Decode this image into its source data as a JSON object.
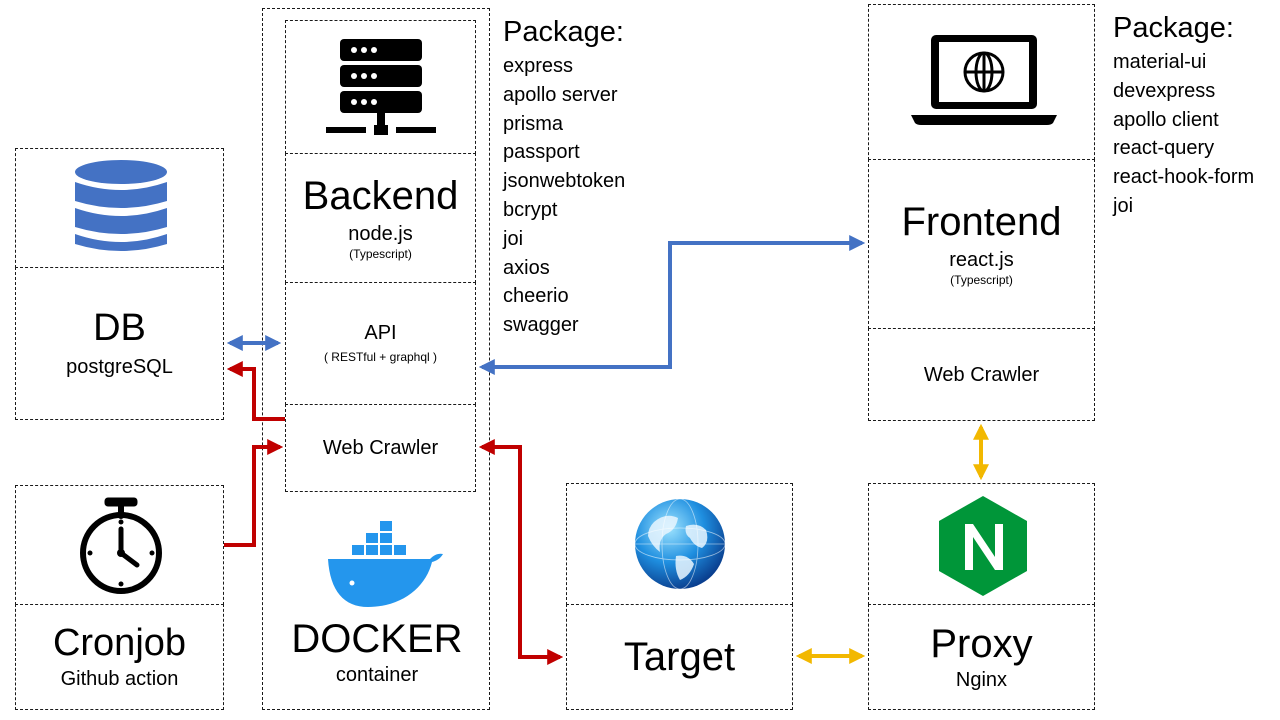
{
  "db": {
    "title": "DB",
    "subtitle": "postgreSQL",
    "icon": "database-icon"
  },
  "cronjob": {
    "title": "Cronjob",
    "subtitle": "Github action",
    "icon": "stopwatch-icon"
  },
  "backend": {
    "title": "Backend",
    "subtitle": "node.js",
    "note": "(Typescript)",
    "icon": "server-icon",
    "api": {
      "title": "API",
      "subtitle": "( RESTful + graphql )"
    },
    "crawler": "Web Crawler"
  },
  "docker": {
    "title": "DOCKER",
    "subtitle": "container",
    "icon": "docker-whale-icon"
  },
  "backend_packages": {
    "heading": "Package:",
    "items": [
      "express",
      "apollo server",
      "prisma",
      "passport",
      "jsonwebtoken",
      "bcrypt",
      "joi",
      "axios",
      "cheerio",
      "swagger"
    ]
  },
  "frontend": {
    "title": "Frontend",
    "subtitle": "react.js",
    "note": "(Typescript)",
    "icon": "laptop-globe-icon",
    "crawler": "Web Crawler"
  },
  "frontend_packages": {
    "heading": "Package:",
    "items": [
      "material-ui",
      "devexpress",
      "apollo client",
      "react-query",
      "react-hook-form",
      "joi"
    ]
  },
  "target": {
    "title": "Target",
    "icon": "globe-icon"
  },
  "proxy": {
    "title": "Proxy",
    "subtitle": "Nginx",
    "icon": "nginx-logo-icon"
  },
  "colors": {
    "blue": "#4472C4",
    "red": "#C00000",
    "yellow": "#F2B800",
    "icon_blue": "#4472C4",
    "nginx_green": "#009639"
  }
}
